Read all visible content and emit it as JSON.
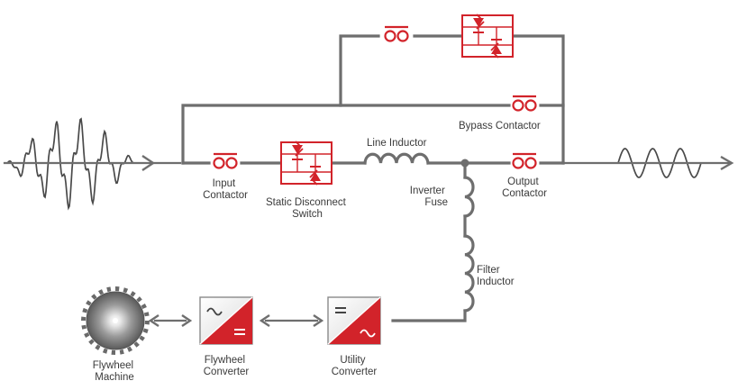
{
  "labels": {
    "bypass_contactor": "Bypass Contactor",
    "line_inductor": "Line Inductor",
    "input_contactor": [
      "Input",
      "Contactor"
    ],
    "static_disconnect_switch": [
      "Static Disconnect",
      "Switch"
    ],
    "inverter_fuse": [
      "Inverter",
      "Fuse"
    ],
    "output_contactor": [
      "Output",
      "Contactor"
    ],
    "filter_inductor": [
      "Filter",
      "Inductor"
    ],
    "flywheel_machine": [
      "Flywheel",
      "Machine"
    ],
    "flywheel_converter": [
      "Flywheel",
      "Converter"
    ],
    "utility_converter": [
      "Utility",
      "Converter"
    ]
  },
  "colors": {
    "wire": "#6e6e6e",
    "component_red": "#d2232a",
    "waveform": "#4a4a4a",
    "label": "#3a3a3a"
  },
  "icons": {
    "contactor": "contactor-icon",
    "thyristor_switch": "thyristor-switch-icon",
    "inductor": "inductor-coil-icon",
    "converter": "converter-box-icon",
    "flywheel": "flywheel-icon"
  }
}
